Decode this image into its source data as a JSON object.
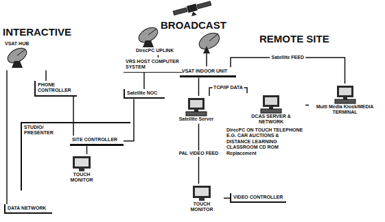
{
  "diagram": {
    "nodes": [
      {
        "text": [
          "VSAT HUB"
        ]
      },
      {
        "text": [
          "PHONE CONTROLLER"
        ]
      },
      {
        "text": [
          "DirecPC UPLINK"
        ]
      },
      {
        "text": [
          "VRS HOST COMPUTER SYSTEM"
        ]
      },
      {
        "text": [
          "Satellite NOC"
        ]
      },
      {
        "text": [
          "STUDIO/ PRESENTER"
        ]
      },
      {
        "text": [
          "SITE CONTROLLER"
        ],
        "in": 5
      },
      {
        "text": [
          "TOUCH MONITOR"
        ],
        "in": 5
      },
      {
        "text": [
          "DATA NETWORK"
        ]
      },
      {
        "text": [
          "VSAT INDOOR UNIT"
        ]
      },
      {
        "text": [
          "Satellite Server"
        ]
      },
      {
        "text": [
          "DCAS SERVER & NETWORK"
        ]
      },
      {
        "text": [
          "Multi Media Kiosk/MEDIA TERMINAL"
        ]
      },
      {
        "text": [
          "TOUCH MONITOR"
        ]
      },
      {
        "text": [
          "VIDEO CONTROLLER"
        ]
      }
    ],
    "edges": [
      {
        "from": 0,
        "to": 1,
        "arrow": "none"
      },
      {
        "from": 0,
        "to": 8,
        "arrow": "none"
      },
      {
        "from": 2,
        "to": 3,
        "arrow": "none"
      },
      {
        "from": 3,
        "to": 4,
        "arrow": "none"
      },
      {
        "from": 4,
        "to": 6,
        "arrow": "none"
      },
      {
        "from": 1,
        "to": 6,
        "arrow": "none"
      },
      {
        "from": 6,
        "to": 7,
        "arrow": "none"
      },
      {
        "from": 9,
        "to": 10,
        "arrow": "none"
      },
      {
        "from": 9,
        "to": 12,
        "label": "Satellite FEED",
        "arrow": "none"
      },
      {
        "from": 10,
        "to": 11,
        "label": "TCP/IP DATA",
        "arrow": "none"
      },
      {
        "from": 11,
        "to": 12,
        "arrow": "none"
      },
      {
        "from": 10,
        "to": 13,
        "label": "PAL VIDEO FEED",
        "arrow": "none"
      },
      {
        "from": 13,
        "to": 14,
        "arrow": "none"
      }
    ],
    "labels": [
      "INTERACTIVE",
      "BROADCAST",
      "REMOTE SITE",
      "DirecPC ON TOUCH TELEPHONE E.G. CAR AUCTIONS & DISTANCE LEARNING CLASSROOM CD ROM Replacement"
    ]
  }
}
